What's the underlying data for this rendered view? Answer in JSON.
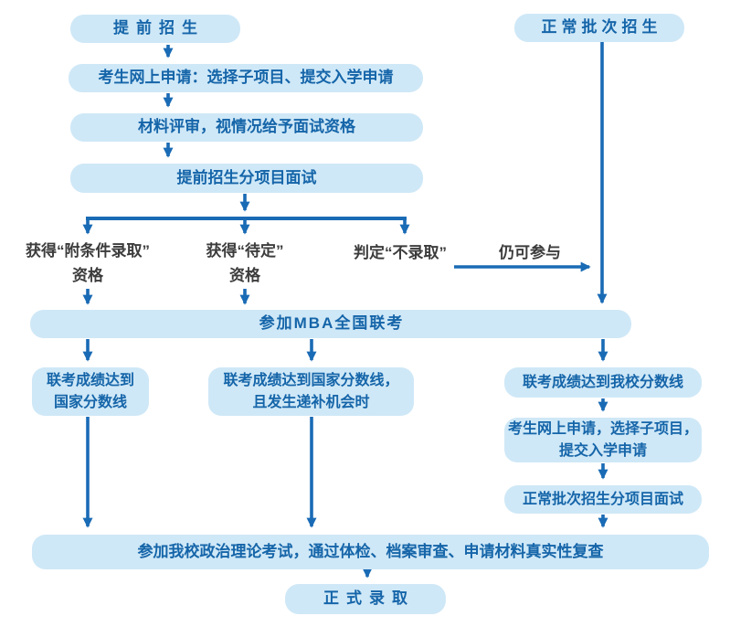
{
  "flowchart": {
    "colors": {
      "box_fill": "#cfe8f7",
      "box_text": "#1565a9",
      "arrow": "#1a6bb5",
      "plain_label_text": "#3c3c3c",
      "background": "#ffffff"
    },
    "nodes": {
      "early_admission": "提前招生",
      "online_application": "考生网上申请：选择子项目、提交入学申请",
      "material_review": "材料评审，视情况给予面试资格",
      "early_interview": "提前招生分项目面试",
      "normal_admission": "正常批次招生",
      "national_exam": "参加MBA全国联考",
      "national_score_line1": "联考成绩达到",
      "national_score_line2": "国家分数线",
      "waitlist_line1": "联考成绩达到国家分数线，",
      "waitlist_line2": "且发生递补机会时",
      "school_score": "联考成绩达到我校分数线",
      "normal_apply_line1": "考生网上申请，选择子项目，",
      "normal_apply_line2": "提交入学申请",
      "normal_interview": "正常批次招生分项目面试",
      "final_review": "参加我校政治理论考试，通过体检、档案审查、申请材料真实性复查",
      "final_admission": "正式录取"
    },
    "labels": {
      "conditional_line1": "获得“附条件录取”",
      "conditional_line2": "资格",
      "pending_line1": "获得“待定”",
      "pending_line2": "资格",
      "rejected": "判定“不录取”",
      "still_participate": "仍可参与"
    }
  }
}
